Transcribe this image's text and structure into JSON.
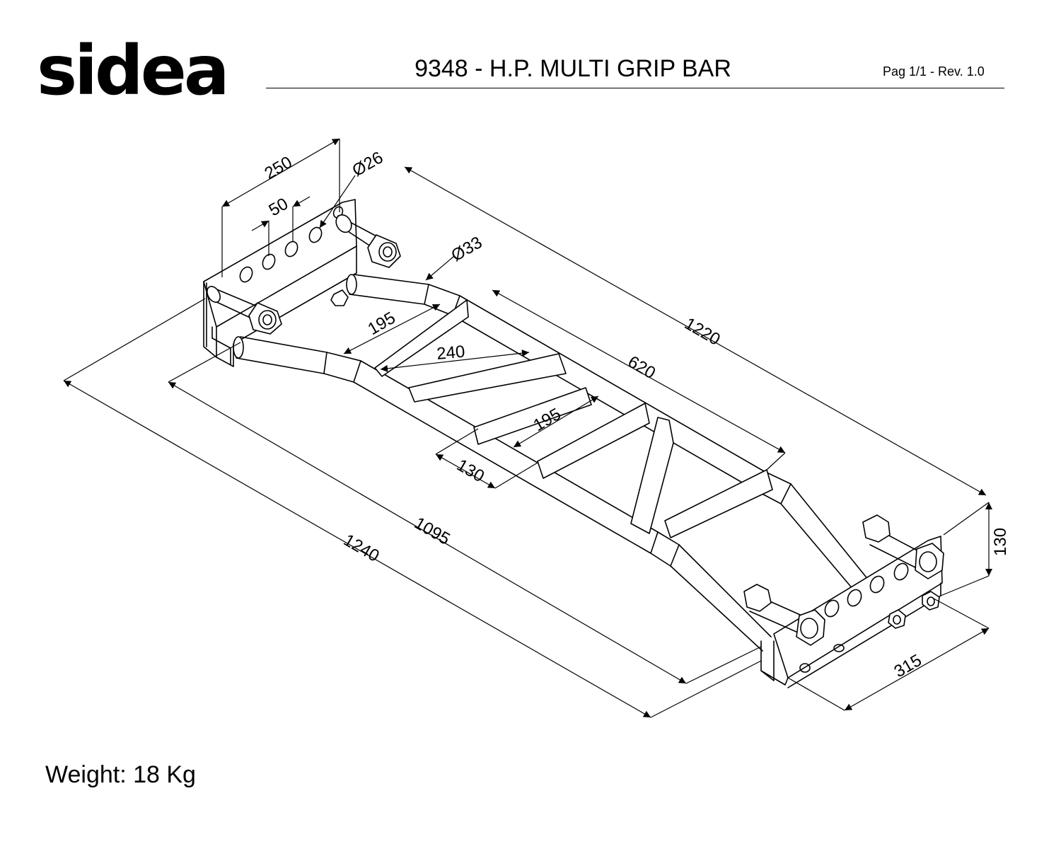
{
  "header": {
    "logo": "sidea",
    "title": "9348 - H.P. MULTI GRIP BAR",
    "page_info": "Pag 1/1 - Rev. 1.0"
  },
  "footer": {
    "weight": "Weight: 18 Kg"
  },
  "dimensions": {
    "d250": "250",
    "d50": "50",
    "dia26": "Ø26",
    "dia33": "Ø33",
    "d1220": "1220",
    "d195_top": "195",
    "d240": "240",
    "d620": "620",
    "d195_mid": "195",
    "d130_left": "130",
    "d1095": "1095",
    "d1240": "1240",
    "d130_right": "130",
    "d315": "315"
  }
}
